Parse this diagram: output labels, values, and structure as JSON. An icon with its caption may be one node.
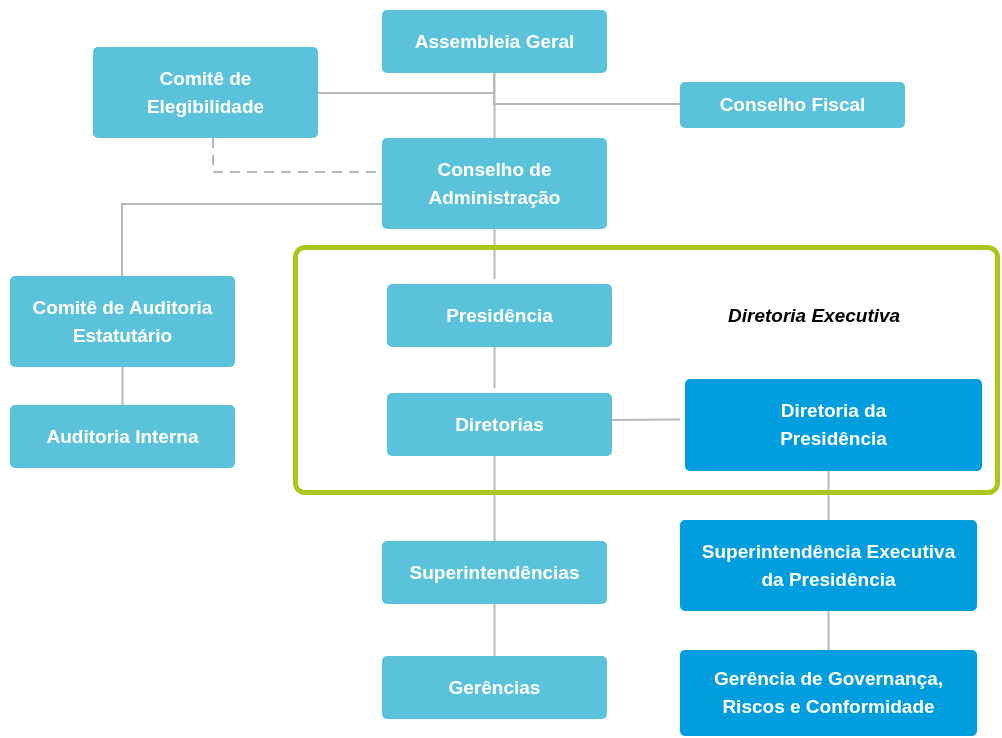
{
  "diagram": {
    "nodes": [
      {
        "text": [
          "Assembleia Geral"
        ]
      },
      {
        "text": [
          "Comitê de Elegibilidade"
        ]
      },
      {
        "text": [
          "Conselho Fiscal"
        ]
      },
      {
        "text": [
          "Conselho de Administração"
        ]
      },
      {
        "text": [
          "Comitê de Auditoria Estatutário"
        ]
      },
      {
        "text": [
          "Auditoria Interna"
        ]
      },
      {
        "text": [
          "Diretoria Executiva"
        ]
      },
      {
        "text": [
          "Presidência"
        ],
        "in": 6
      },
      {
        "text": [
          "Diretorias"
        ],
        "in": 6
      },
      {
        "text": [
          "Diretoria da Presidência"
        ],
        "in": 6
      },
      {
        "text": [
          "Superintendências"
        ]
      },
      {
        "text": [
          "Superintendência Executiva da Presidência"
        ]
      },
      {
        "text": [
          "Gerências"
        ]
      },
      {
        "text": [
          "Gerência de Governança, Riscos e Conformidade"
        ]
      }
    ],
    "edges": [
      {
        "from": 0,
        "to": 3,
        "arrow": "none"
      },
      {
        "from": 0,
        "to": 1,
        "arrow": "none"
      },
      {
        "from": 0,
        "to": 2,
        "arrow": "none"
      },
      {
        "from": 1,
        "to": 3,
        "arrow": "none",
        "style": "dashed"
      },
      {
        "from": 3,
        "to": 4,
        "arrow": "none"
      },
      {
        "from": 4,
        "to": 5,
        "arrow": "none"
      },
      {
        "from": 3,
        "to": 7,
        "arrow": "none"
      },
      {
        "from": 7,
        "to": 8,
        "arrow": "none"
      },
      {
        "from": 8,
        "to": 9,
        "arrow": "none"
      },
      {
        "from": 8,
        "to": 10,
        "arrow": "none"
      },
      {
        "from": 10,
        "to": 12,
        "arrow": "none"
      },
      {
        "from": 9,
        "to": 11,
        "arrow": "none"
      },
      {
        "from": 11,
        "to": 13,
        "arrow": "none"
      }
    ]
  }
}
